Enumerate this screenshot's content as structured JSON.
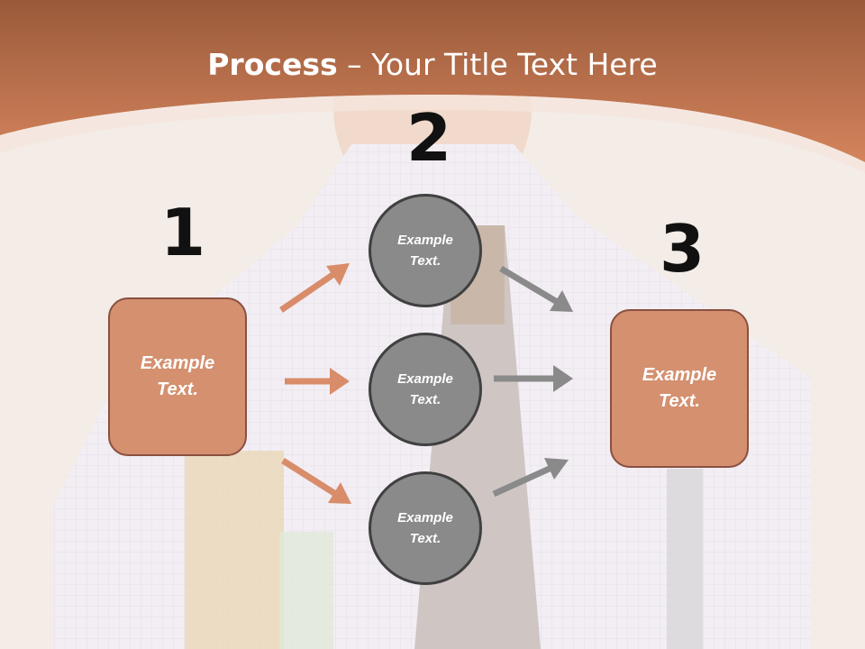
{
  "slide": {
    "title_bold": "Process",
    "title_rest": " – Your Title Text Here"
  },
  "steps": {
    "num1": "1",
    "num2": "2",
    "num3": "3"
  },
  "nodes": {
    "left_box": "Example Text.",
    "circle_top": "Example Text.",
    "circle_mid": "Example Text.",
    "circle_bot": "Example Text.",
    "right_box": "Example Text."
  },
  "colors": {
    "header": "#c87550",
    "box_fill": "#d4906f",
    "circle_fill": "#8a8a8a",
    "arrow_orange": "#d98c6a",
    "arrow_gray": "#8a8a8a"
  }
}
